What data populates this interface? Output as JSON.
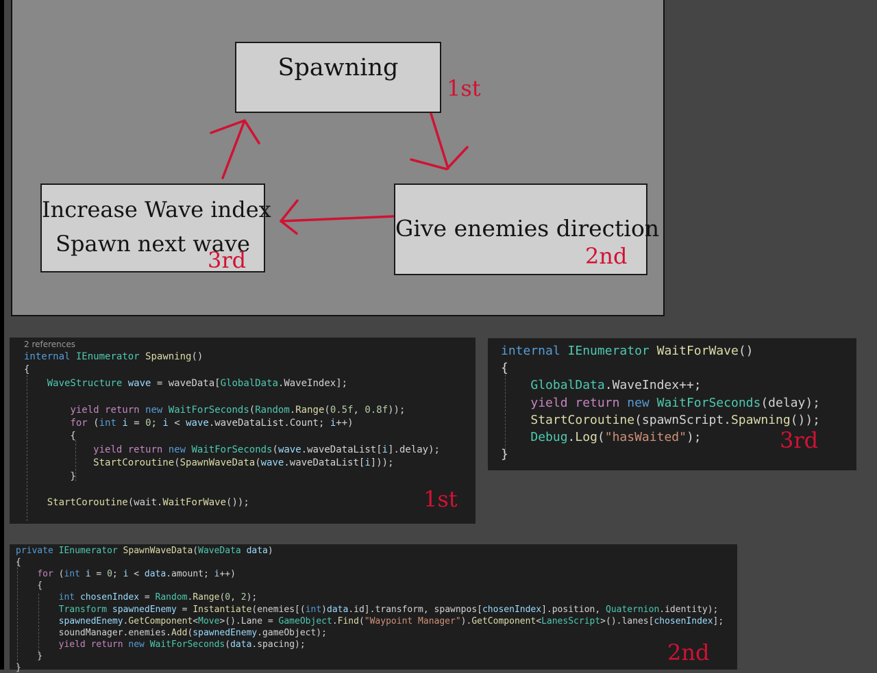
{
  "diagram": {
    "boxes": {
      "spawning": "Spawning",
      "increase_line1": "Increase Wave index",
      "increase_line2": "Spawn next wave",
      "give_direction": "Give enemies direction"
    },
    "labels": {
      "first": "1st",
      "second": "2nd",
      "third": "3rd"
    },
    "arrow_color": "#d11234"
  },
  "code": {
    "spawning": {
      "references": "2 references",
      "order_label": "1st",
      "lines": [
        [
          [
            "kw",
            "internal"
          ],
          [
            "pl",
            " "
          ],
          [
            "ty",
            "IEnumerator"
          ],
          [
            "pl",
            " "
          ],
          [
            "fn",
            "Spawning"
          ],
          [
            "pl",
            "()"
          ]
        ],
        [
          [
            "pl",
            "{"
          ]
        ],
        [
          [
            "pl",
            "    "
          ],
          [
            "ty",
            "WaveStructure"
          ],
          [
            "pl",
            " "
          ],
          [
            "var",
            "wave"
          ],
          [
            "pl",
            " = waveData["
          ],
          [
            "ty",
            "GlobalData"
          ],
          [
            "pl",
            ".WaveIndex];"
          ]
        ],
        [],
        [
          [
            "pl",
            "        "
          ],
          [
            "ctl",
            "yield return"
          ],
          [
            "pl",
            " "
          ],
          [
            "kw",
            "new"
          ],
          [
            "pl",
            " "
          ],
          [
            "ty",
            "WaitForSeconds"
          ],
          [
            "pl",
            "("
          ],
          [
            "ty",
            "Random"
          ],
          [
            "pl",
            "."
          ],
          [
            "fn",
            "Range"
          ],
          [
            "pl",
            "("
          ],
          [
            "num",
            "0.5f"
          ],
          [
            "pl",
            ", "
          ],
          [
            "num",
            "0.8f"
          ],
          [
            "pl",
            "));"
          ]
        ],
        [
          [
            "pl",
            "        "
          ],
          [
            "ctl",
            "for"
          ],
          [
            "pl",
            " ("
          ],
          [
            "kw",
            "int"
          ],
          [
            "pl",
            " "
          ],
          [
            "var",
            "i"
          ],
          [
            "pl",
            " = "
          ],
          [
            "num",
            "0"
          ],
          [
            "pl",
            "; "
          ],
          [
            "var",
            "i"
          ],
          [
            "pl",
            " < "
          ],
          [
            "var",
            "wave"
          ],
          [
            "pl",
            ".waveDataList.Count; "
          ],
          [
            "var",
            "i"
          ],
          [
            "pl",
            "++)"
          ]
        ],
        [
          [
            "pl",
            "        {"
          ]
        ],
        [
          [
            "pl",
            "            "
          ],
          [
            "ctl",
            "yield return"
          ],
          [
            "pl",
            " "
          ],
          [
            "kw",
            "new"
          ],
          [
            "pl",
            " "
          ],
          [
            "ty",
            "WaitForSeconds"
          ],
          [
            "pl",
            "("
          ],
          [
            "var",
            "wave"
          ],
          [
            "pl",
            ".waveDataList["
          ],
          [
            "var",
            "i"
          ],
          [
            "pl",
            "].delay);"
          ]
        ],
        [
          [
            "pl",
            "            "
          ],
          [
            "fn",
            "StartCoroutine"
          ],
          [
            "pl",
            "("
          ],
          [
            "fn",
            "SpawnWaveData"
          ],
          [
            "pl",
            "("
          ],
          [
            "var",
            "wave"
          ],
          [
            "pl",
            ".waveDataList["
          ],
          [
            "var",
            "i"
          ],
          [
            "pl",
            "]));"
          ]
        ],
        [
          [
            "pl",
            "        }"
          ]
        ],
        [],
        [
          [
            "pl",
            "    "
          ],
          [
            "fn",
            "StartCoroutine"
          ],
          [
            "pl",
            "(wait."
          ],
          [
            "fn",
            "WaitForWave"
          ],
          [
            "pl",
            "());"
          ]
        ]
      ]
    },
    "waitforwave": {
      "order_label": "3rd",
      "lines": [
        [
          [
            "kw",
            "internal"
          ],
          [
            "pl",
            " "
          ],
          [
            "ty",
            "IEnumerator"
          ],
          [
            "pl",
            " "
          ],
          [
            "fn",
            "WaitForWave"
          ],
          [
            "pl",
            "()"
          ]
        ],
        [
          [
            "pl",
            "{"
          ]
        ],
        [
          [
            "pl",
            "    "
          ],
          [
            "ty",
            "GlobalData"
          ],
          [
            "pl",
            ".WaveIndex++;"
          ]
        ],
        [
          [
            "pl",
            "    "
          ],
          [
            "ctl",
            "yield return"
          ],
          [
            "pl",
            " "
          ],
          [
            "kw",
            "new"
          ],
          [
            "pl",
            " "
          ],
          [
            "ty",
            "WaitForSeconds"
          ],
          [
            "pl",
            "(delay);"
          ]
        ],
        [
          [
            "pl",
            "    "
          ],
          [
            "fn",
            "StartCoroutine"
          ],
          [
            "pl",
            "(spawnScript."
          ],
          [
            "fn",
            "Spawning"
          ],
          [
            "pl",
            "());"
          ]
        ],
        [
          [
            "pl",
            "    "
          ],
          [
            "ty",
            "Debug"
          ],
          [
            "pl",
            "."
          ],
          [
            "fn",
            "Log"
          ],
          [
            "pl",
            "("
          ],
          [
            "str",
            "\"hasWaited\""
          ],
          [
            "pl",
            ");"
          ]
        ],
        [
          [
            "pl",
            "}"
          ]
        ]
      ]
    },
    "spawnwavedata": {
      "order_label": "2nd",
      "lines": [
        [
          [
            "kw",
            "private"
          ],
          [
            "pl",
            " "
          ],
          [
            "ty",
            "IEnumerator"
          ],
          [
            "pl",
            " "
          ],
          [
            "fn",
            "SpawnWaveData"
          ],
          [
            "pl",
            "("
          ],
          [
            "ty",
            "WaveData"
          ],
          [
            "pl",
            " "
          ],
          [
            "var",
            "data"
          ],
          [
            "pl",
            ")"
          ]
        ],
        [
          [
            "pl",
            "{"
          ]
        ],
        [
          [
            "pl",
            "    "
          ],
          [
            "ctl",
            "for"
          ],
          [
            "pl",
            " ("
          ],
          [
            "kw",
            "int"
          ],
          [
            "pl",
            " "
          ],
          [
            "var",
            "i"
          ],
          [
            "pl",
            " = "
          ],
          [
            "num",
            "0"
          ],
          [
            "pl",
            "; "
          ],
          [
            "var",
            "i"
          ],
          [
            "pl",
            " < "
          ],
          [
            "var",
            "data"
          ],
          [
            "pl",
            ".amount; "
          ],
          [
            "var",
            "i"
          ],
          [
            "pl",
            "++)"
          ]
        ],
        [
          [
            "pl",
            "    {"
          ]
        ],
        [
          [
            "pl",
            "        "
          ],
          [
            "kw",
            "int"
          ],
          [
            "pl",
            " "
          ],
          [
            "var",
            "chosenIndex"
          ],
          [
            "pl",
            " = "
          ],
          [
            "ty",
            "Random"
          ],
          [
            "pl",
            "."
          ],
          [
            "fn",
            "Range"
          ],
          [
            "pl",
            "("
          ],
          [
            "num",
            "0"
          ],
          [
            "pl",
            ", "
          ],
          [
            "num",
            "2"
          ],
          [
            "pl",
            ");"
          ]
        ],
        [
          [
            "pl",
            "        "
          ],
          [
            "ty",
            "Transform"
          ],
          [
            "pl",
            " "
          ],
          [
            "var",
            "spawnedEnemy"
          ],
          [
            "pl",
            " = "
          ],
          [
            "fn",
            "Instantiate"
          ],
          [
            "pl",
            "(enemies[("
          ],
          [
            "kw",
            "int"
          ],
          [
            "pl",
            ")"
          ],
          [
            "var",
            "data"
          ],
          [
            "pl",
            ".id].transform, spawnpos["
          ],
          [
            "var",
            "chosenIndex"
          ],
          [
            "pl",
            "].position, "
          ],
          [
            "ty",
            "Quaternion"
          ],
          [
            "pl",
            ".identity);"
          ]
        ],
        [
          [
            "pl",
            "        "
          ],
          [
            "var",
            "spawnedEnemy"
          ],
          [
            "pl",
            "."
          ],
          [
            "fn",
            "GetComponent"
          ],
          [
            "pl",
            "<"
          ],
          [
            "ty",
            "Move"
          ],
          [
            "pl",
            ">().Lane = "
          ],
          [
            "ty",
            "GameObject"
          ],
          [
            "pl",
            "."
          ],
          [
            "fn",
            "Find"
          ],
          [
            "pl",
            "("
          ],
          [
            "str",
            "\"Waypoint Manager\""
          ],
          [
            "pl",
            ")."
          ],
          [
            "fn",
            "GetComponent"
          ],
          [
            "pl",
            "<"
          ],
          [
            "ty",
            "LanesScript"
          ],
          [
            "pl",
            ">().lanes["
          ],
          [
            "var",
            "chosenIndex"
          ],
          [
            "pl",
            "];"
          ]
        ],
        [
          [
            "pl",
            "        soundManager.enemies."
          ],
          [
            "fn",
            "Add"
          ],
          [
            "pl",
            "("
          ],
          [
            "var",
            "spawnedEnemy"
          ],
          [
            "pl",
            ".gameObject);"
          ]
        ],
        [
          [
            "pl",
            "        "
          ],
          [
            "ctl",
            "yield return"
          ],
          [
            "pl",
            " "
          ],
          [
            "kw",
            "new"
          ],
          [
            "pl",
            " "
          ],
          [
            "ty",
            "WaitForSeconds"
          ],
          [
            "pl",
            "("
          ],
          [
            "var",
            "data"
          ],
          [
            "pl",
            ".spacing);"
          ]
        ],
        [
          [
            "pl",
            "    }"
          ]
        ],
        [
          [
            "pl",
            "}"
          ]
        ]
      ]
    }
  }
}
